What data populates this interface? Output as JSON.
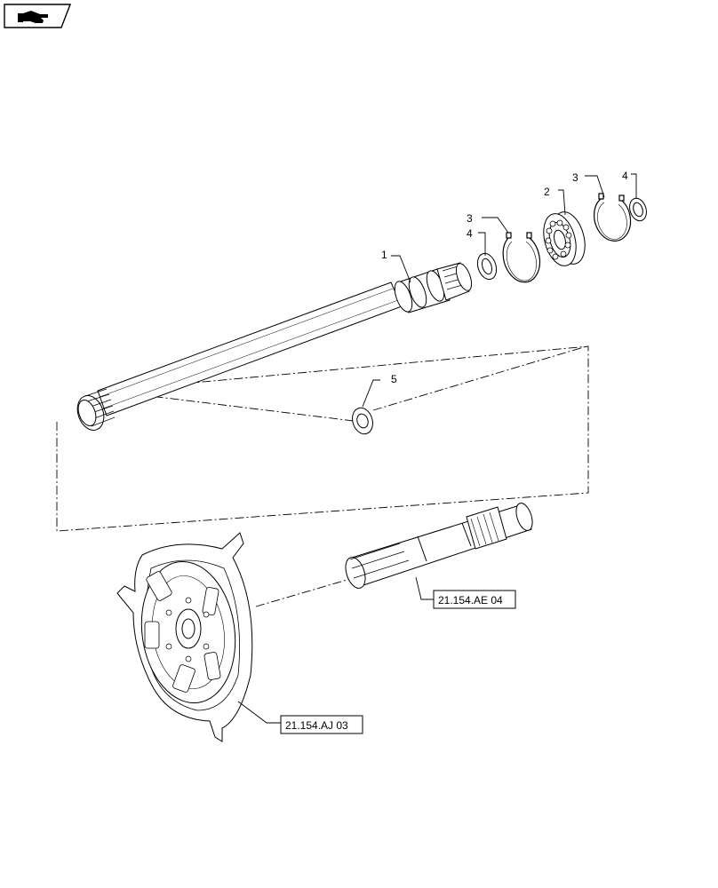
{
  "nav_badge": {
    "icon": "hand-pointing-icon"
  },
  "callouts": {
    "c1": "1",
    "c2": "2",
    "c3a": "3",
    "c3b": "3",
    "c4a": "4",
    "c4b": "4",
    "c5": "5"
  },
  "references": {
    "ref_shaft": "21.154.AE 04",
    "ref_clutch": "21.154.AJ 03"
  }
}
